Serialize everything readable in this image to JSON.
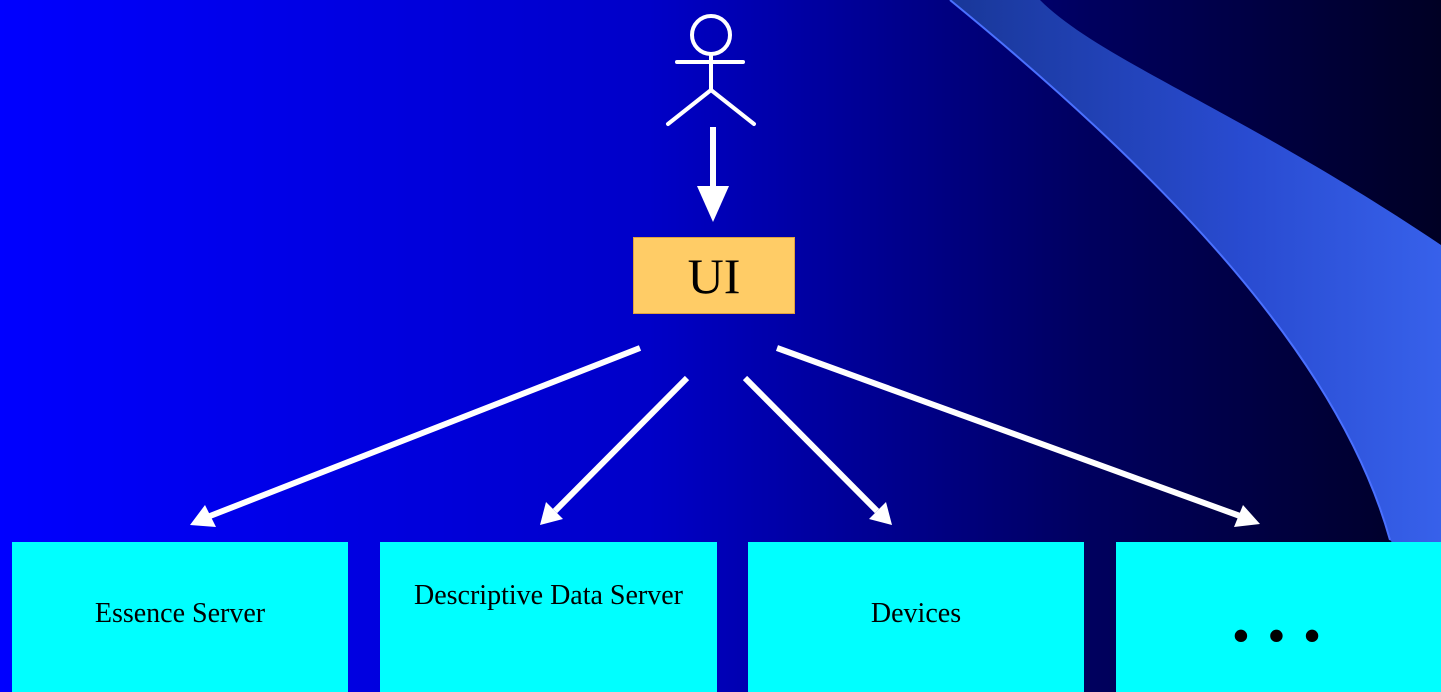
{
  "diagram": {
    "actor": {
      "icon": "stick-figure-icon"
    },
    "ui_box": {
      "label": "UI",
      "fill": "#ffcc66"
    },
    "targets": [
      {
        "label": "Essence Server"
      },
      {
        "label": "Descriptive Data Server"
      },
      {
        "label": "Devices"
      },
      {
        "label": "• • •"
      }
    ],
    "colors": {
      "background_left": "#0000ff",
      "background_right": "#000024",
      "arrows": "#ffffff",
      "target_fill": "#00ffff",
      "swoosh": "#3355ee"
    }
  }
}
